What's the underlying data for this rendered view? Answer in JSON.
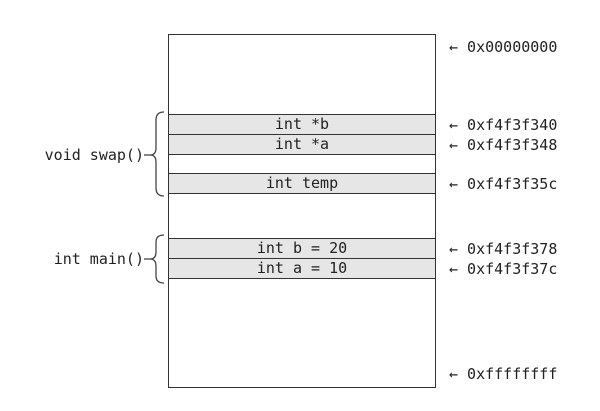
{
  "frames": [
    {
      "label": "void swap()"
    },
    {
      "label": "int main()"
    }
  ],
  "cells": [
    {
      "label": "int *b"
    },
    {
      "label": "int *a"
    },
    {
      "label": "int temp"
    },
    {
      "label": "int b = 20"
    },
    {
      "label": "int a = 10"
    }
  ],
  "addresses": [
    {
      "label": "← 0x00000000"
    },
    {
      "label": "← 0xf4f3f340"
    },
    {
      "label": "← 0xf4f3f348"
    },
    {
      "label": "← 0xf4f3f35c"
    },
    {
      "label": "← 0xf4f3f378"
    },
    {
      "label": "← 0xf4f3f37c"
    },
    {
      "label": "← 0xffffffff"
    }
  ]
}
